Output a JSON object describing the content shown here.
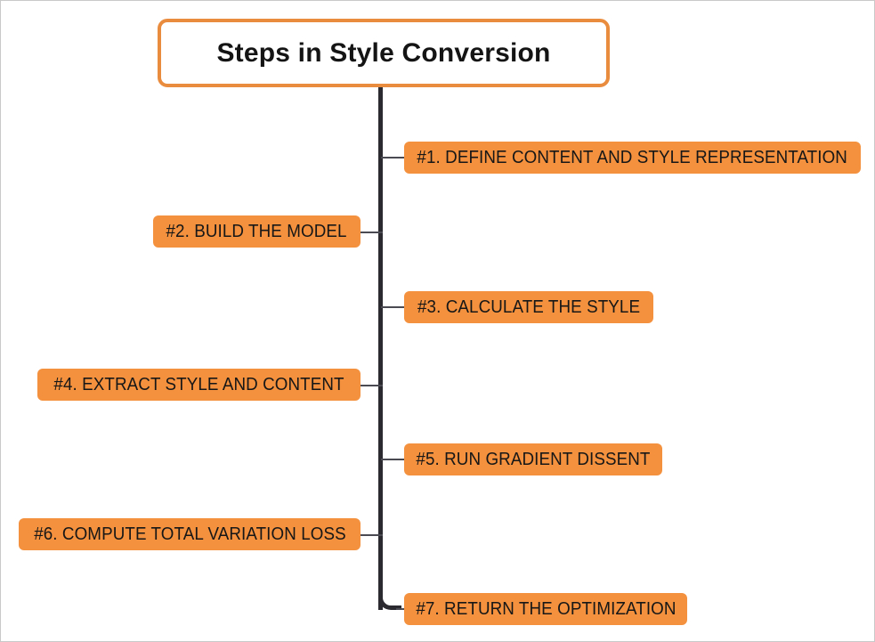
{
  "diagram": {
    "title": "Steps in Style Conversion",
    "accent_color": "#f3913e",
    "title_border_color": "#ea8c3e",
    "spine_color": "#2c2a31",
    "text_color": "#171717",
    "background_color": "#ffffff",
    "steps": [
      {
        "label": "#1. DEFINE CONTENT AND STYLE REPRESENTATION",
        "side": "right"
      },
      {
        "label": "#2. BUILD THE MODEL",
        "side": "left"
      },
      {
        "label": "#3. CALCULATE THE STYLE",
        "side": "right"
      },
      {
        "label": "#4. EXTRACT STYLE AND CONTENT",
        "side": "left"
      },
      {
        "label": "#5. RUN GRADIENT DISSENT",
        "side": "right"
      },
      {
        "label": "#6. COMPUTE TOTAL VARIATION LOSS",
        "side": "left"
      },
      {
        "label": "#7. RETURN THE OPTIMIZATION",
        "side": "right"
      }
    ]
  }
}
